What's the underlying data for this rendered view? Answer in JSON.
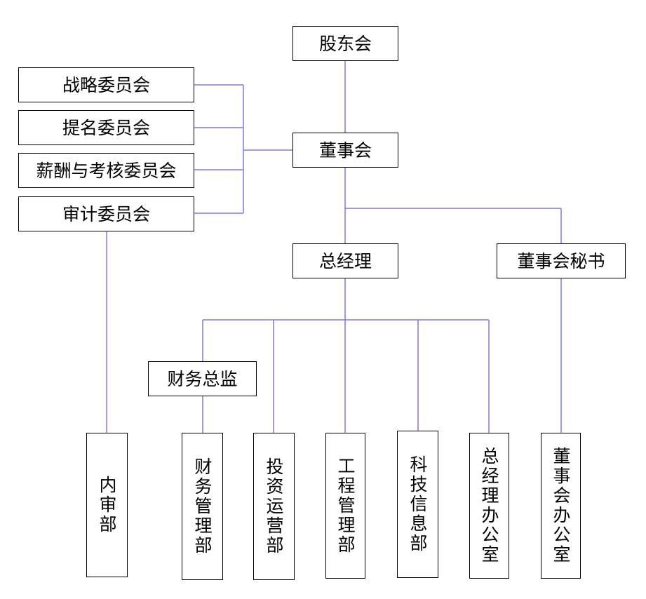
{
  "chart": {
    "shareholders": "股东会",
    "board": "董事会",
    "committees": [
      "战略委员会",
      "提名委员会",
      "薪酬与考核委员会",
      "审计委员会"
    ],
    "general_manager": "总经理",
    "board_secretary": "董事会秘书",
    "cfo": "财务总监",
    "departments": {
      "internal_audit": "内审部",
      "finance": "财务管理部",
      "investment": "投资运营部",
      "engineering": "工程管理部",
      "it": "科技信息部",
      "gm_office": "总经理办公室",
      "board_office": "董事会办公室"
    }
  },
  "colors": {
    "connector": "#7b7bdc",
    "border": "#000000"
  }
}
